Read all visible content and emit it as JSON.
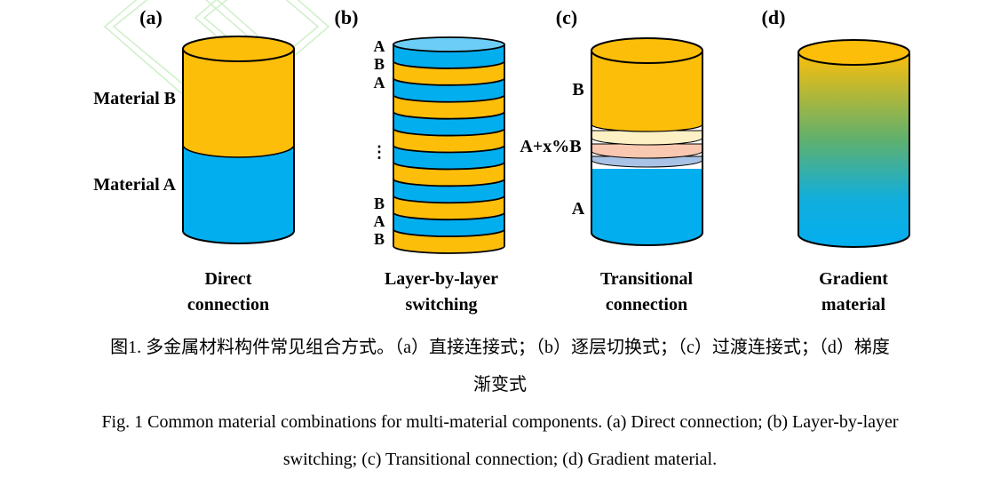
{
  "panels": {
    "a": {
      "label": "(a)",
      "top_text": "Material B",
      "bottom_text": "Material A",
      "caption": [
        "Direct",
        "connection"
      ]
    },
    "b": {
      "label": "(b)",
      "top_letters": [
        "A",
        "B",
        "A"
      ],
      "ellipsis": "⋮",
      "bottom_letters": [
        "B",
        "A",
        "B"
      ],
      "caption": [
        "Layer-by-layer",
        "switching"
      ]
    },
    "c": {
      "label": "(c)",
      "top_text": "B",
      "mid_text": "A+x%B",
      "bottom_text": "A",
      "caption": [
        "Transitional",
        "connection"
      ]
    },
    "d": {
      "label": "(d)",
      "caption": [
        "Gradient",
        "material"
      ]
    }
  },
  "caption_cn": {
    "line1": "图1. 多金属材料构件常见组合方式。（a）直接连接式；（b）逐层切换式；（c）过渡连接式；（d）梯度",
    "line2": "渐变式"
  },
  "caption_en": {
    "line1": "Fig. 1 Common material combinations for multi-material components. (a) Direct connection; (b) Layer-by-layer",
    "line2": "switching; (c) Transitional connection; (d) Gradient material."
  },
  "colors": {
    "orange": "#FDBE0A",
    "blue": "#03AEEF",
    "light_blue": "#6CCEF6",
    "cream": "#FDF0C4",
    "peach": "#F9C8B0",
    "lavender": "#A9C3E6",
    "green_mid": "#5FB06E"
  }
}
